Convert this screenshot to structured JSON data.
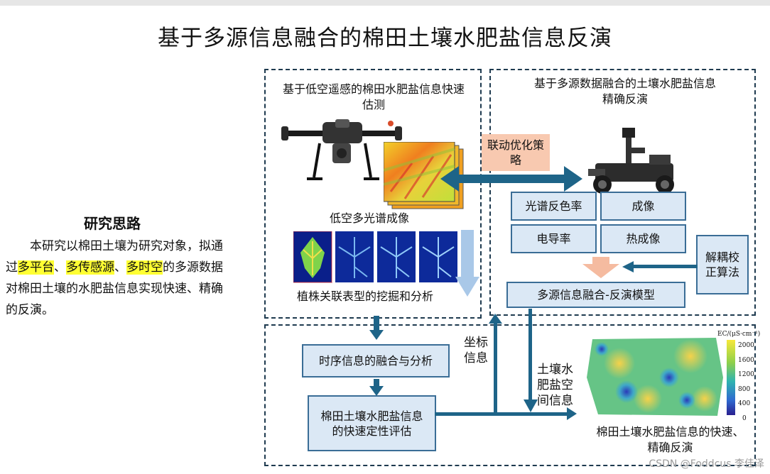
{
  "title": "基于多源信息融合的棉田土壤水肥盐信息反演",
  "research": {
    "heading": "研究思路",
    "text_1": "本研究以棉田土壤为研究对象，拟通过",
    "hl_1": "多平台",
    "sep_1": "、",
    "hl_2": "多传感源",
    "sep_2": "、",
    "hl_3": "多时空",
    "text_2": "的多源数据对棉田土壤的水肥盐信息实现快速、精确的反演。"
  },
  "left_panel": {
    "title": "基于低空遥感的棉田水肥盐信息快速估测",
    "imaging_label": "低空多光谱成像",
    "mining_label": "植株关联表型的挖掘和分析"
  },
  "right_panel": {
    "title": "基于多源数据融合的土壤水肥盐信息精确反演",
    "sensors": [
      "光谱反色率",
      "成像",
      "电导率",
      "热成像"
    ],
    "fusion_model": "多源信息融合-反演模型",
    "decoupling": "解耦校正算法"
  },
  "linkage": "联动优化策略",
  "bottom": {
    "timeseries": "时序信息的融合与分析",
    "assessment": "棉田土壤水肥盐信息的快速定性评估",
    "coord_label": "坐标信息",
    "spatial_label": "土壤水肥盐空间信息",
    "map_caption": "棉田土壤水肥盐信息的快速、精确反演",
    "colorbar": {
      "unit": "EC/(μS·cm⁻¹)",
      "ticks": [
        "2000",
        "1600",
        "1200",
        "800",
        "400",
        "0"
      ]
    }
  },
  "watermark": "CSDN @Foddcus 李佳泽"
}
